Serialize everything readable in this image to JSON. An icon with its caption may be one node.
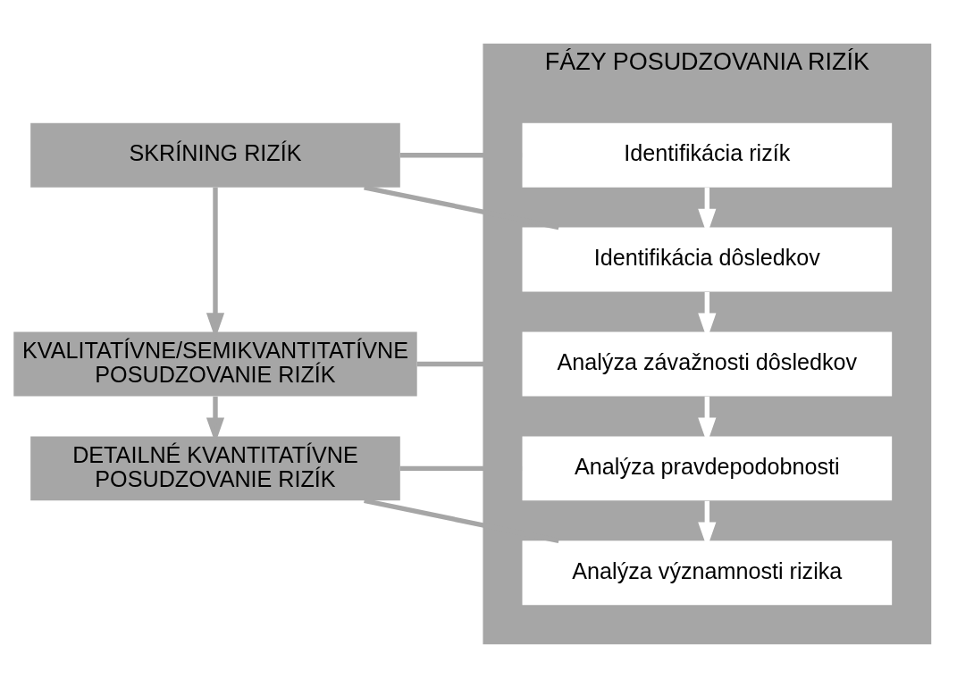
{
  "diagram": {
    "nodes": [
      {
        "text": [
          "FÁZY POSUDZOVANIA RIZÍK"
        ]
      },
      {
        "text": [
          "Identifikácia rizík"
        ],
        "in": 0
      },
      {
        "text": [
          "Identifikácia dôsledkov"
        ],
        "in": 0
      },
      {
        "text": [
          "Analýza závažnosti dôsledkov"
        ],
        "in": 0
      },
      {
        "text": [
          "Analýza pravdepodobnosti"
        ],
        "in": 0
      },
      {
        "text": [
          "Analýza významnosti rizika"
        ],
        "in": 0
      },
      {
        "text": [
          "SKRÍNING RIZÍK"
        ]
      },
      {
        "text": [
          "KVALITATÍVNE/SEMIKVANTITATÍVNE POSUDZOVANIE RIZÍK"
        ]
      },
      {
        "text": [
          "DETAILNÉ KVANTITATÍVNE POSUDZOVANIE RIZÍK"
        ]
      }
    ],
    "edges": [
      {
        "from": 1,
        "to": 2,
        "arrow": "to",
        "color": "#ffffff"
      },
      {
        "from": 2,
        "to": 3,
        "arrow": "to",
        "color": "#ffffff"
      },
      {
        "from": 3,
        "to": 4,
        "arrow": "to",
        "color": "#ffffff"
      },
      {
        "from": 4,
        "to": 5,
        "arrow": "to",
        "color": "#ffffff"
      },
      {
        "from": 6,
        "to": 7,
        "arrow": "to"
      },
      {
        "from": 7,
        "to": 8,
        "arrow": "to"
      },
      {
        "from": 6,
        "to": 1,
        "arrow": "none"
      },
      {
        "from": 6,
        "to": 2,
        "arrow": "none"
      },
      {
        "from": 7,
        "to": 3,
        "arrow": "none"
      },
      {
        "from": 8,
        "to": 4,
        "arrow": "none"
      },
      {
        "from": 8,
        "to": 5,
        "arrow": "none"
      }
    ]
  }
}
